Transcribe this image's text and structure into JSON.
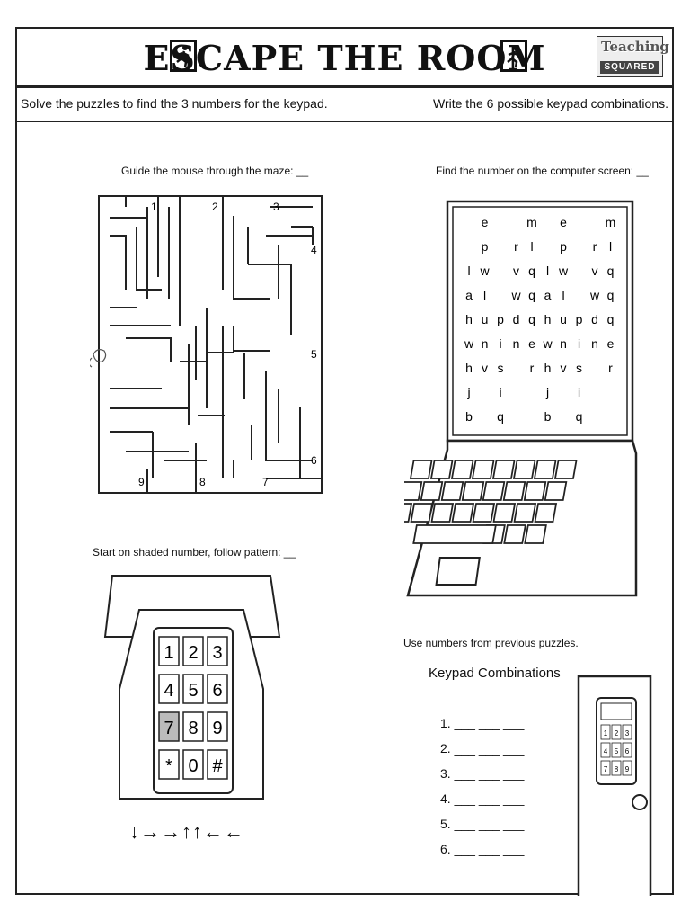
{
  "header": {
    "title": "ESCAPE THE ROOM",
    "logo_top": "Teaching",
    "logo_bottom": "SQUARED"
  },
  "instructions": {
    "left": "Solve the puzzles to find the 3 numbers for the keypad.",
    "right": "Write the 6 possible keypad combinations."
  },
  "maze": {
    "prompt": "Guide the mouse through the maze: __",
    "exit_numbers": [
      "1",
      "2",
      "3",
      "4",
      "5",
      "6",
      "7",
      "8",
      "9"
    ]
  },
  "computer": {
    "prompt": "Find the number on the computer screen: __",
    "rows": [
      [
        "",
        "e",
        "",
        "",
        "m",
        "",
        "e",
        "",
        "",
        "m"
      ],
      [
        "",
        "p",
        "",
        "r",
        "l",
        "",
        "p",
        "",
        "r",
        "l"
      ],
      [
        "l",
        "w",
        "",
        "v",
        "q",
        "l",
        "w",
        "",
        "v",
        "q"
      ],
      [
        "a",
        "l",
        "",
        "w",
        "q",
        "a",
        "l",
        "",
        "w",
        "q"
      ],
      [
        "h",
        "u",
        "p",
        "d",
        "q",
        "h",
        "u",
        "p",
        "d",
        "q"
      ],
      [
        "w",
        "n",
        "i",
        "n",
        "e",
        "w",
        "n",
        "i",
        "n",
        "e"
      ],
      [
        "h",
        "v",
        "s",
        "",
        "r",
        "h",
        "v",
        "s",
        "",
        "r"
      ],
      [
        "j",
        "",
        "i",
        "",
        "",
        "j",
        "",
        "i",
        "",
        ""
      ],
      [
        "b",
        "",
        "q",
        "",
        "",
        "b",
        "",
        "q",
        "",
        ""
      ]
    ]
  },
  "phone": {
    "prompt": "Start on shaded  number, follow pattern: __",
    "keys": [
      "1",
      "2",
      "3",
      "4",
      "5",
      "6",
      "7",
      "8",
      "9",
      "*",
      "0",
      "#"
    ],
    "shaded_key": "7",
    "pattern": "↓→→↑↑←←"
  },
  "combinations": {
    "note": "Use numbers from previous puzzles.",
    "title": "Keypad Combinations",
    "lines": [
      "1. ___  ___  ___",
      "2. ___  ___  ___",
      "3. ___  ___  ___",
      "4. ___  ___  ___",
      "5. ___  ___  ___",
      "6. ___  ___  ___"
    ]
  },
  "door_keypad": {
    "keys": [
      "1",
      "2",
      "3",
      "4",
      "5",
      "6",
      "7",
      "8",
      "9"
    ]
  }
}
